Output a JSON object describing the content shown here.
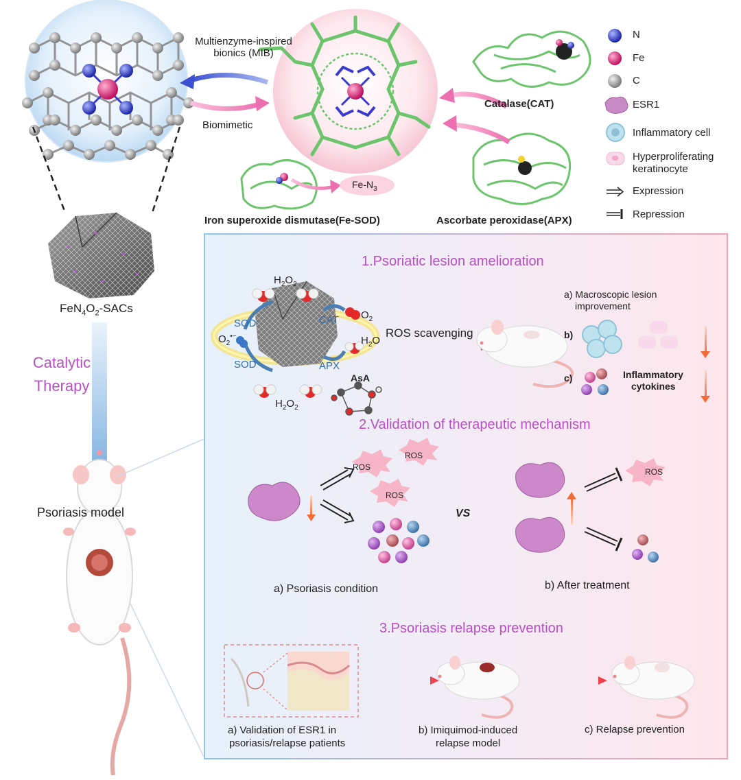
{
  "top": {
    "mib_line1": "Multienzyme-inspired",
    "mib_line2": "bionics (MIB)",
    "biomimetic": "Biomimetic",
    "catalase": "Catalase(CAT)",
    "fe_sod": "Iron superoxide dismutase(Fe-SOD)",
    "apx": "Ascorbate peroxidase(APX)",
    "fe_n3": "Fe-N"
  },
  "legend": {
    "items": [
      {
        "label": "N",
        "color": "#2636c9",
        "icon": "nitrogen-atom-icon"
      },
      {
        "label": "Fe",
        "color": "#e0206f",
        "icon": "iron-atom-icon"
      },
      {
        "label": "C",
        "color": "#9a9a9a",
        "icon": "carbon-atom-icon"
      },
      {
        "label": "ESR1",
        "color": "#b86bb4",
        "icon": "esr1-protein-icon"
      },
      {
        "label": "Inflammatory cell",
        "color": "#a9dbe8",
        "icon": "inflammatory-cell-icon"
      },
      {
        "label": "Hyperproliferating",
        "label2": "keratinocyte",
        "color": "#f6cfe3",
        "icon": "keratinocyte-icon"
      },
      {
        "label": "Expression",
        "icon": "expression-arrow-icon"
      },
      {
        "label": "Repression",
        "icon": "repression-bar-icon"
      }
    ]
  },
  "left": {
    "sac_label": "FeN",
    "catalytic_line1": "Catalytic",
    "catalytic_line2": "Therapy",
    "model_label": "Psoriasis model"
  },
  "section1": {
    "title": "1.Psoriatic lesion amelioration",
    "h2o2": "H",
    "sod": "SOD",
    "cat": "CAT",
    "apx": "APX",
    "o2": "O",
    "h2o": "H",
    "asa": "AsA",
    "ros_scavenging": "ROS scavenging",
    "a_line1": "a) Macroscopic lesion",
    "a_line2": "improvement",
    "b_label": "b)",
    "c_label": "c)",
    "cytokines_line1": "Inflammatory",
    "cytokines_line2": "cytokines"
  },
  "section2": {
    "title": "2.Validation of therapeutic mechanism",
    "ros": "ROS",
    "vs": "VS",
    "a_caption": "a) Psoriasis condition",
    "b_caption": "b) After treatment"
  },
  "section3": {
    "title": "3.Psoriasis relapse prevention",
    "a_line1": "a) Validation of ESR1 in",
    "a_line2": "psoriasis/relapse patients",
    "b_line1": "b) Imiquimod-induced",
    "b_line2": "relapse model",
    "c_caption": "c) Relapse prevention"
  },
  "colors": {
    "accent_purple": "#b84fc5",
    "catalytic_blue": "#6fa9d8",
    "pink_arrow": "#ef7fba",
    "blue_arrow": "#4b63d6",
    "porphyrin_green": "#6cc56c"
  }
}
